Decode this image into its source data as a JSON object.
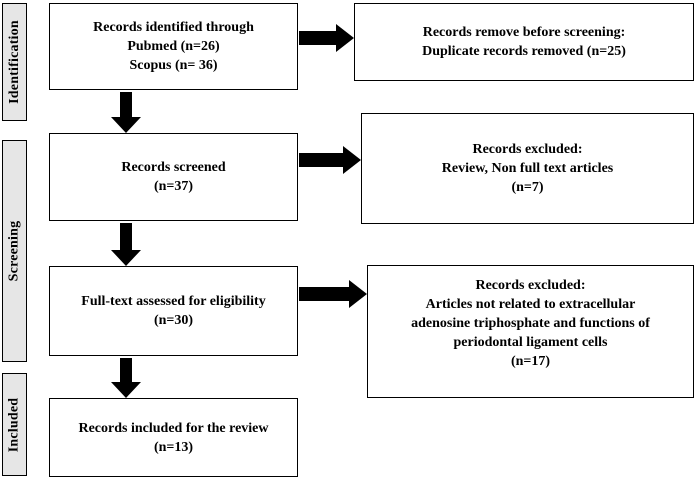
{
  "phases": {
    "identification": "Identification",
    "screening": "Screening",
    "included": "Included"
  },
  "boxes": {
    "identified": [
      "Records identified through",
      "Pubmed  (n=26)",
      "Scopus (n= 36)"
    ],
    "removed": [
      "Records remove before screening:",
      "Duplicate records removed (n=25)"
    ],
    "screened": [
      "Records screened",
      "(n=37)"
    ],
    "excluded1": [
      "Records excluded:",
      "Review, Non full text articles",
      "(n=7)"
    ],
    "fulltext": [
      "Full-text assessed for eligibility",
      "(n=30)"
    ],
    "excluded2": [
      "Records excluded:",
      "Articles not related to extracellular",
      "adenosine triphosphate and functions of",
      "periodontal ligament cells",
      "(n=17)"
    ],
    "included": [
      "Records included for the review",
      "(n=13)"
    ]
  }
}
